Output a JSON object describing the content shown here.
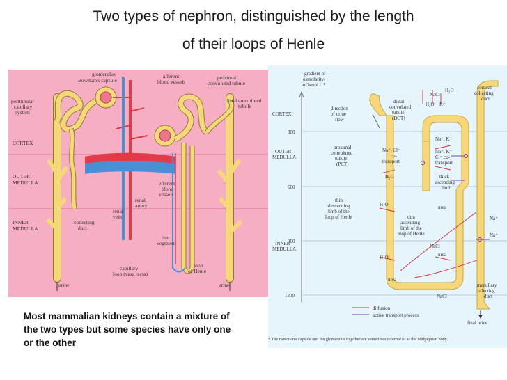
{
  "title": {
    "line1": "Two types of nephron, distinguished by the length",
    "line2": "of their loops of Henle"
  },
  "caption": "Most mammalian kidneys contain a mixture of the two types but some species have only one or the other",
  "left_diagram": {
    "labels": {
      "glomerulus": "glomerulus",
      "bowmans_capsule": "Bowman's capsule",
      "afferent_1": "afferent",
      "afferent_2": "blood vessels",
      "proximal_1": "proximal",
      "proximal_2": "convoluted tubule",
      "peritubular_1": "peritubular",
      "peritubular_2": "capillary",
      "peritubular_3": "system",
      "distal_1": "distal convoluted",
      "distal_2": "tubule",
      "cortex": "CORTEX",
      "outer_1": "OUTER",
      "outer_2": "MEDULLA",
      "inner_1": "INNER",
      "inner_2": "MEDULLA",
      "collecting_1": "collecting",
      "collecting_2": "duct",
      "renal_vein_1": "renal",
      "renal_vein_2": "vein",
      "renal_artery_1": "renal",
      "renal_artery_2": "artery",
      "efferent_1": "efferent",
      "efferent_2": "blood",
      "efferent_3": "vessels",
      "thin_1": "thin",
      "thin_2": "segment",
      "capillary_1": "capillary",
      "capillary_2": "loop (vasa recta)",
      "loop_1": "loop",
      "loop_2": "of Henle",
      "urine_left": "urine",
      "urine_right": "urine"
    },
    "colors": {
      "background": "#f7aec3",
      "tubule": "#f6d77a",
      "tubule_outline": "#8a7a3a",
      "artery": "#e33a4a",
      "vein": "#4a8fd6"
    }
  },
  "right_diagram": {
    "axis_title_1": "gradient of",
    "axis_title_2": "osmolarity/",
    "axis_title_3": "mOsmol l⁻¹",
    "ticks": [
      "300",
      "600",
      "900",
      "1200"
    ],
    "zones": {
      "cortex": "CORTEX",
      "outer_1": "OUTER",
      "outer_2": "MEDULLA",
      "inner_1": "INNER",
      "inner_2": "MEDULLA"
    },
    "labels": {
      "direction_1": "direction",
      "direction_2": "of urine",
      "direction_3": "flow",
      "distal_1": "distal",
      "distal_2": "convoluted",
      "distal_3": "tubule",
      "distal_4": "(DCT)",
      "cortical_1": "cortical",
      "cortical_2": "collecting",
      "cortical_3": "duct",
      "proximal_1": "proximal",
      "proximal_2": "convoluted",
      "proximal_3": "tubule",
      "proximal_4": "(PCT)",
      "thin_desc_1": "thin",
      "thin_desc_2": "descending",
      "thin_desc_3": "limb of the",
      "thin_desc_4": "loop of Henle",
      "thin_asc_1": "thin",
      "thin_asc_2": "ascending",
      "thin_asc_3": "limb of the",
      "thin_asc_4": "loop of Henle",
      "thick_1": "thick",
      "thick_2": "ascending",
      "thick_3": "limb",
      "cotransport_left_1": "Na⁺, Cl⁻",
      "cotransport_left_2": "co-",
      "cotransport_left_3": "transport",
      "nak_top": "Na⁺, K⁺",
      "nak_2": "Na⁺, K⁺",
      "cotransport_right_1": "Cl⁻ co-",
      "cotransport_right_2": "transport",
      "nacl_top": "NaCl",
      "h2o_top": "H₂O",
      "h2o_dct": "H₂O",
      "k_plus": "K⁺",
      "h2o_pct": "H₂O",
      "h2o_desc1": "H₂O",
      "h2o_desc2": "H₂O",
      "urea_1": "urea",
      "urea_2": "urea",
      "urea_bottom": "urea",
      "nacl_mid": "NaCl",
      "nacl_bottom": "NaCl",
      "na_1": "Na⁺",
      "na_2": "Na⁺",
      "medullary_1": "medullary",
      "medullary_2": "collecting",
      "medullary_3": "duct",
      "legend_diffusion": "diffusion",
      "legend_active": "active transport process",
      "final_urine": "final urine"
    },
    "footnote": "* The Bowman's capsule and the glomerulus together are sometimes referred to as the Malpighian body."
  }
}
